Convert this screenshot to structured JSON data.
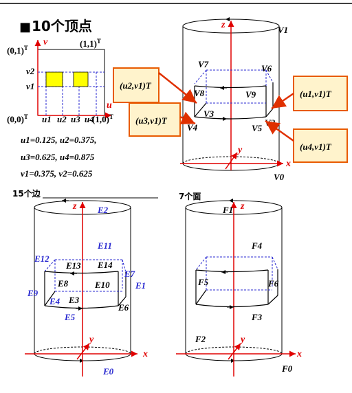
{
  "header": {
    "bullet": "■",
    "title": "10个顶点"
  },
  "param_square": {
    "corner_01": "(0,1)",
    "corner_11": "(1,1)",
    "corner_00": "(0,0)",
    "corner_10": "(1,0)",
    "sup_T": "T",
    "axis_v": "v",
    "axis_u": "u",
    "v2": "v2",
    "v1": "v1",
    "u_ticks": [
      "u1",
      "u2",
      "u3",
      "u4"
    ],
    "fill_color": "#ffff00"
  },
  "equations": [
    "u1=0.125, u2=0.375,",
    "u3=0.625, u4=0.875",
    "v1=0.375, v2=0.625"
  ],
  "vertex_diagram": {
    "axis_z": "z",
    "axis_y": "y",
    "axis_x": "x",
    "labels": [
      "V1",
      "V0",
      "V7",
      "V6",
      "V8",
      "V9",
      "V3",
      "V4",
      "V2",
      "V5"
    ]
  },
  "callouts": [
    {
      "text": "(u2,v1)T"
    },
    {
      "text": "(u3,v1)T"
    },
    {
      "text": "(u1,v1)T"
    },
    {
      "text": "(u4,v1)T"
    }
  ],
  "edges_section": {
    "title": "15个边",
    "axis_z": "z",
    "axis_y": "y",
    "axis_x": "x",
    "labels": [
      "E2",
      "E11",
      "E12",
      "E13",
      "E14",
      "E7",
      "E1",
      "E8",
      "E9",
      "E10",
      "E4",
      "E3",
      "E6",
      "E5",
      "E0"
    ]
  },
  "faces_section": {
    "title": "7个面",
    "axis_z": "z",
    "axis_y": "y",
    "axis_x": "x",
    "labels": [
      "F1",
      "F4",
      "F5",
      "F6",
      "F3",
      "F2",
      "F0"
    ]
  },
  "colors": {
    "axis_red": "#e00000",
    "edge_blue": "#2a2ad0",
    "callout_border": "#e85a00",
    "callout_fill": "#fff3cc",
    "arrow_red": "#e03000"
  }
}
